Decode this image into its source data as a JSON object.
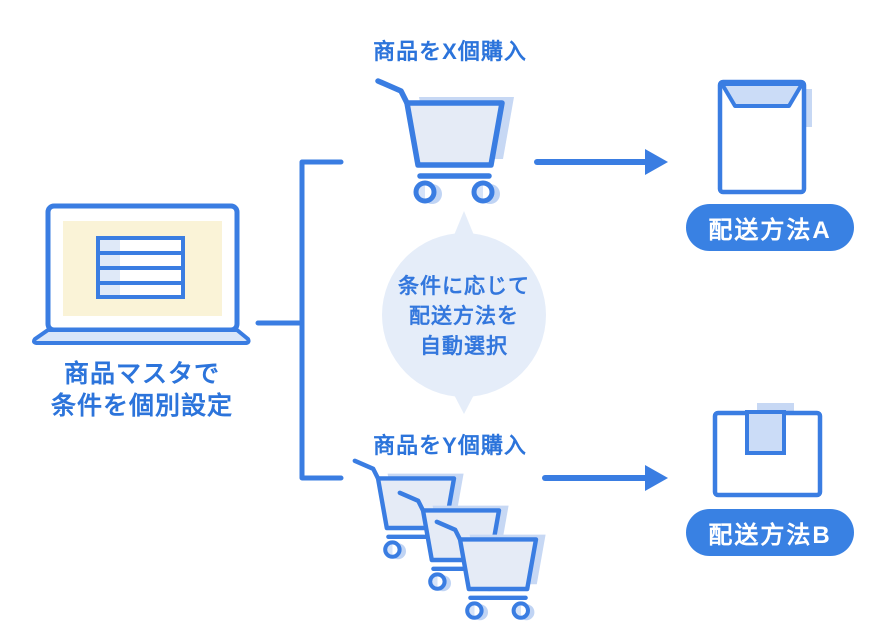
{
  "colors": {
    "primary_blue": "#3A7DE2",
    "text_blue": "#2C74DB",
    "badge_blue": "#3981E3",
    "shadow_blue": "#C7D8F4",
    "fill_blue": "#E5EBF6",
    "bubble_blue": "#E5EDF9",
    "screen_cream": "#FAF3D7"
  },
  "source": {
    "caption_lines": [
      "商品マスタで",
      "条件を個別設定"
    ]
  },
  "center_bubble": {
    "lines": [
      "条件に応じて",
      "配送方法を",
      "自動選択"
    ]
  },
  "branches": {
    "top": {
      "label": "商品をX個購入",
      "result_badge": "配送方法A"
    },
    "bottom": {
      "label": "商品をY個購入",
      "result_badge": "配送方法B"
    }
  }
}
